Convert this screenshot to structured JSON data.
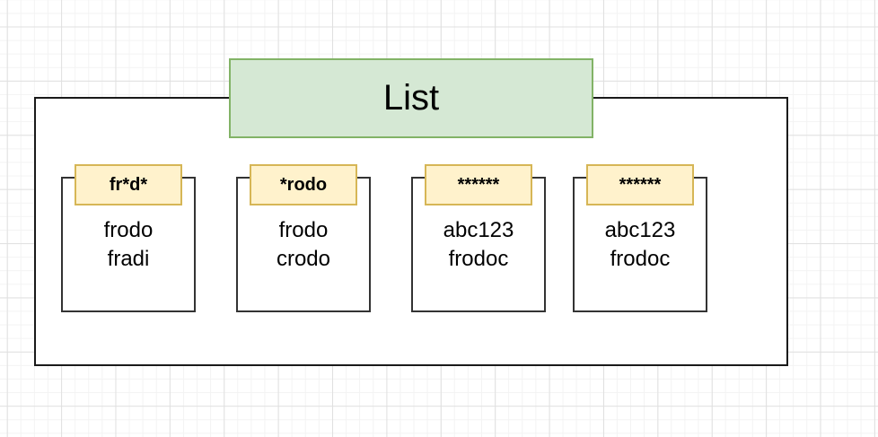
{
  "colors": {
    "title_fill": "#d5e8d4",
    "title_border": "#82b366",
    "label_fill": "#fff2cc",
    "label_border": "#d6b656",
    "box_border": "#333333",
    "container_border": "#1a1a1a",
    "grid_minor": "#f3f3f3",
    "grid_major": "#e0e0e0"
  },
  "diagram": {
    "title": "List",
    "cells": [
      {
        "label": "fr*d*",
        "line1": "frodo",
        "line2": "fradi"
      },
      {
        "label": "*rodo",
        "line1": "frodo",
        "line2": "crodo"
      },
      {
        "label": "******",
        "line1": "abc123",
        "line2": "frodoc"
      },
      {
        "label": "******",
        "line1": "abc123",
        "line2": "frodoc"
      }
    ]
  }
}
